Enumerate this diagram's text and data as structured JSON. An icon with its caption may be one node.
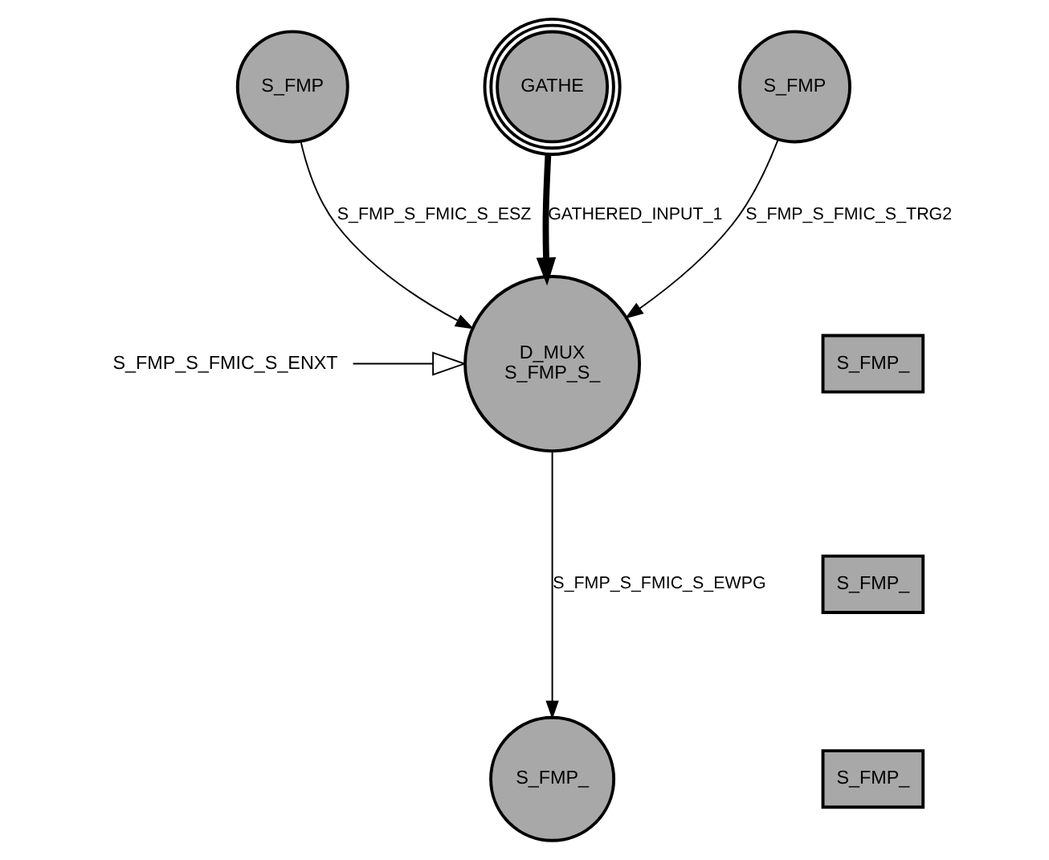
{
  "diagram": {
    "nodes": [
      {
        "text": [
          "S_FMP"
        ]
      },
      {
        "text": [
          "GATHE"
        ]
      },
      {
        "text": [
          "S_FMP"
        ]
      },
      {
        "text": [
          "D_MUX",
          "S_FMP_S_"
        ]
      },
      {
        "text": [
          "S_FMP_S_FMIC_S_ENXT"
        ]
      },
      {
        "text": [
          "S_FMP_"
        ]
      },
      {
        "text": [
          "S_FMP_"
        ]
      },
      {
        "text": [
          "S_FMP_"
        ]
      },
      {
        "text": [
          "S_FMP_"
        ]
      }
    ],
    "edges": [
      {
        "from": 0,
        "to": 3,
        "arrow": "to",
        "label": "S_FMP_S_FMIC_S_ESZ"
      },
      {
        "from": 1,
        "to": 3,
        "arrow": "to",
        "label": "GATHERED_INPUT_1",
        "style": "thick"
      },
      {
        "from": 2,
        "to": 3,
        "arrow": "to",
        "label": "S_FMP_S_FMIC_S_TRG2"
      },
      {
        "from": 4,
        "to": 3,
        "arrow": "to"
      },
      {
        "from": 3,
        "to": 5,
        "arrow": "to",
        "label": "S_FMP_S_FMIC_S_EWPG"
      }
    ]
  }
}
